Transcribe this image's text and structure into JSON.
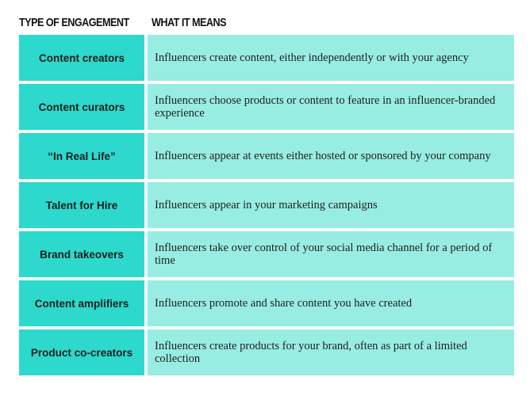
{
  "header": {
    "type_label": "TYPE OF ENGAGEMENT",
    "meaning_label": "WHAT IT MEANS"
  },
  "rows": [
    {
      "type": "Content creators",
      "meaning": "Influencers create content, either independently or with your agency"
    },
    {
      "type": "Content curators",
      "meaning": "Influencers choose products or content to feature in an influencer-branded experience"
    },
    {
      "type": "“In Real Life”",
      "meaning": "Influencers appear at events either hosted or sponsored by your company"
    },
    {
      "type": "Talent for Hire",
      "meaning": "Influencers appear in your marketing campaigns"
    },
    {
      "type": "Brand takeovers",
      "meaning": "Influencers take over control of your social media channel for a period of time"
    },
    {
      "type": "Content amplifiers",
      "meaning": "Influencers promote and share content you have created"
    },
    {
      "type": "Product co-creators",
      "meaning": "Influencers create products for your brand, often as part of a limited collection"
    }
  ],
  "colors": {
    "type_cell": "#2cd9cc",
    "meaning_cell": "#98ede3"
  }
}
